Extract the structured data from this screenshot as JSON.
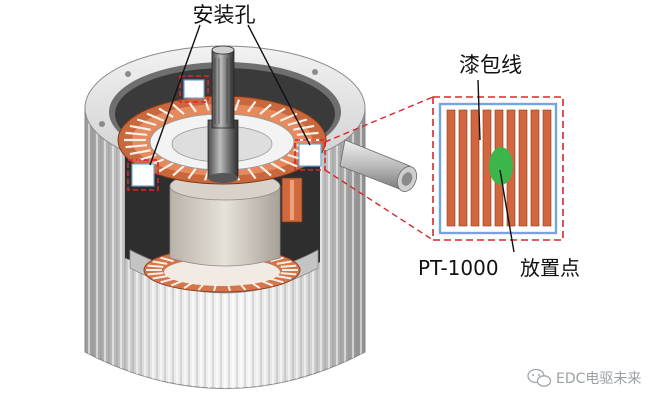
{
  "labels": {
    "mounting_holes": "安装孔",
    "enameled_wire": "漆包线",
    "sensor_model": "PT-1000",
    "placement_point": "放置点"
  },
  "watermark": {
    "text": "EDC电驱未来",
    "icon": "wechat-icon"
  },
  "colors": {
    "callout_border": "#d9262c",
    "wire_copper": "#d2663f",
    "insulation": "#ffffff",
    "sensor": "#3cb64a",
    "housing_fins": "#dcdcdc",
    "slot_liner": "#9ec6e3"
  }
}
